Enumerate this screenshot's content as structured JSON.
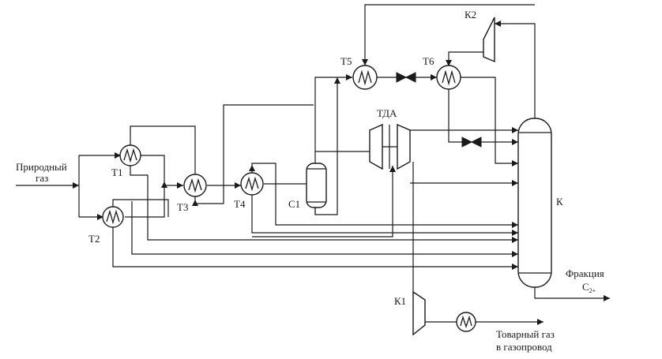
{
  "labels": {
    "feed_line1": "Природный",
    "feed_line2": "газ",
    "T1": "Т1",
    "T2": "Т2",
    "T3": "Т3",
    "T4": "Т4",
    "T5": "Т5",
    "T6": "Т6",
    "TDA": "ТДА",
    "C1": "С1",
    "K": "К",
    "K1": "К1",
    "K2": "К2",
    "fraction_line1": "Фракция",
    "fraction_c": "С",
    "fraction_sub": "2+",
    "product_line1": "Товарный газ",
    "product_line2": "в газопровод"
  }
}
